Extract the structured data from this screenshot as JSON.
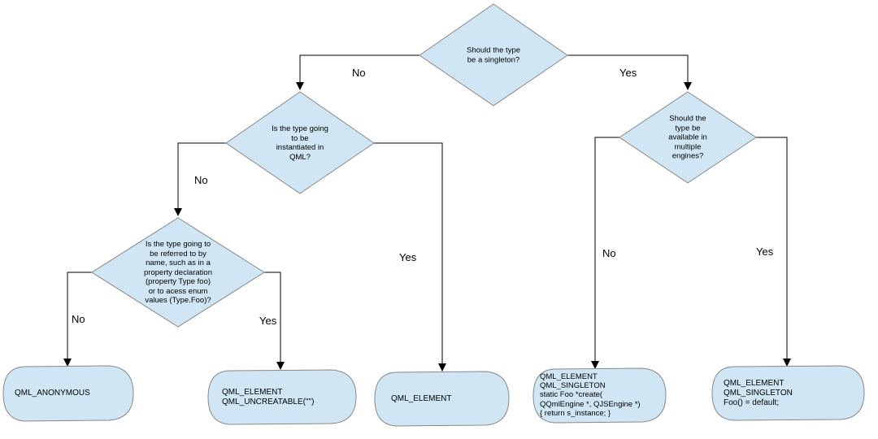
{
  "colors": {
    "node_fill": "#d0e6f4",
    "node_stroke": "#888888",
    "line": "#000000"
  },
  "questions": {
    "q_singleton": "Should the type\nbe a singleton?",
    "q_instantiated": "Is the type going\nto be\ninstantiated in\nQML?",
    "q_referred": "Is the type going to\nbe referred to by\nname, such as in a\nproperty declaration\n(property Type foo)\nor to acess enum\nvalues (Type.Foo)?",
    "q_engines": "Should the\ntype be\navailable in\nmultiple\nengines?"
  },
  "edge_labels": {
    "singleton_no": "No",
    "singleton_yes": "Yes",
    "instantiated_no": "No",
    "instantiated_yes": "Yes",
    "referred_no": "No",
    "referred_yes": "Yes",
    "engines_no": "No",
    "engines_yes": "Yes"
  },
  "results": {
    "anonymous": "QML_ANONYMOUS",
    "uncreatable": "QML_ELEMENT\nQML_UNCREATABLE(\"\")",
    "element": "QML_ELEMENT",
    "singleton_create": "QML_ELEMENT\nQML_SINGLETON\nstatic Foo *create(\n  QQmlEngine *, QJSEngine *)\n{ return s_instance; }",
    "singleton_default": "QML_ELEMENT\nQML_SINGLETON\nFoo() = default;"
  }
}
